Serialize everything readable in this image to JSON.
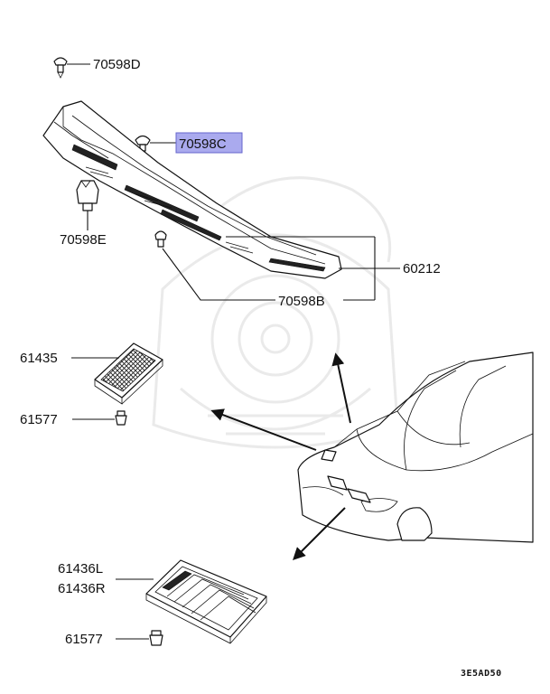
{
  "parts": {
    "p70598D": "70598D",
    "p70598C": "70598C",
    "p70598E": "70598E",
    "p60212": "60212",
    "p70598B": "70598B",
    "p61435": "61435",
    "p61577_a": "61577",
    "p61436L": "61436L",
    "p61436R": "61436R",
    "p61577_b": "61577"
  },
  "diagram_code": "3E5AD50",
  "highlight_color": "#aaaaee"
}
